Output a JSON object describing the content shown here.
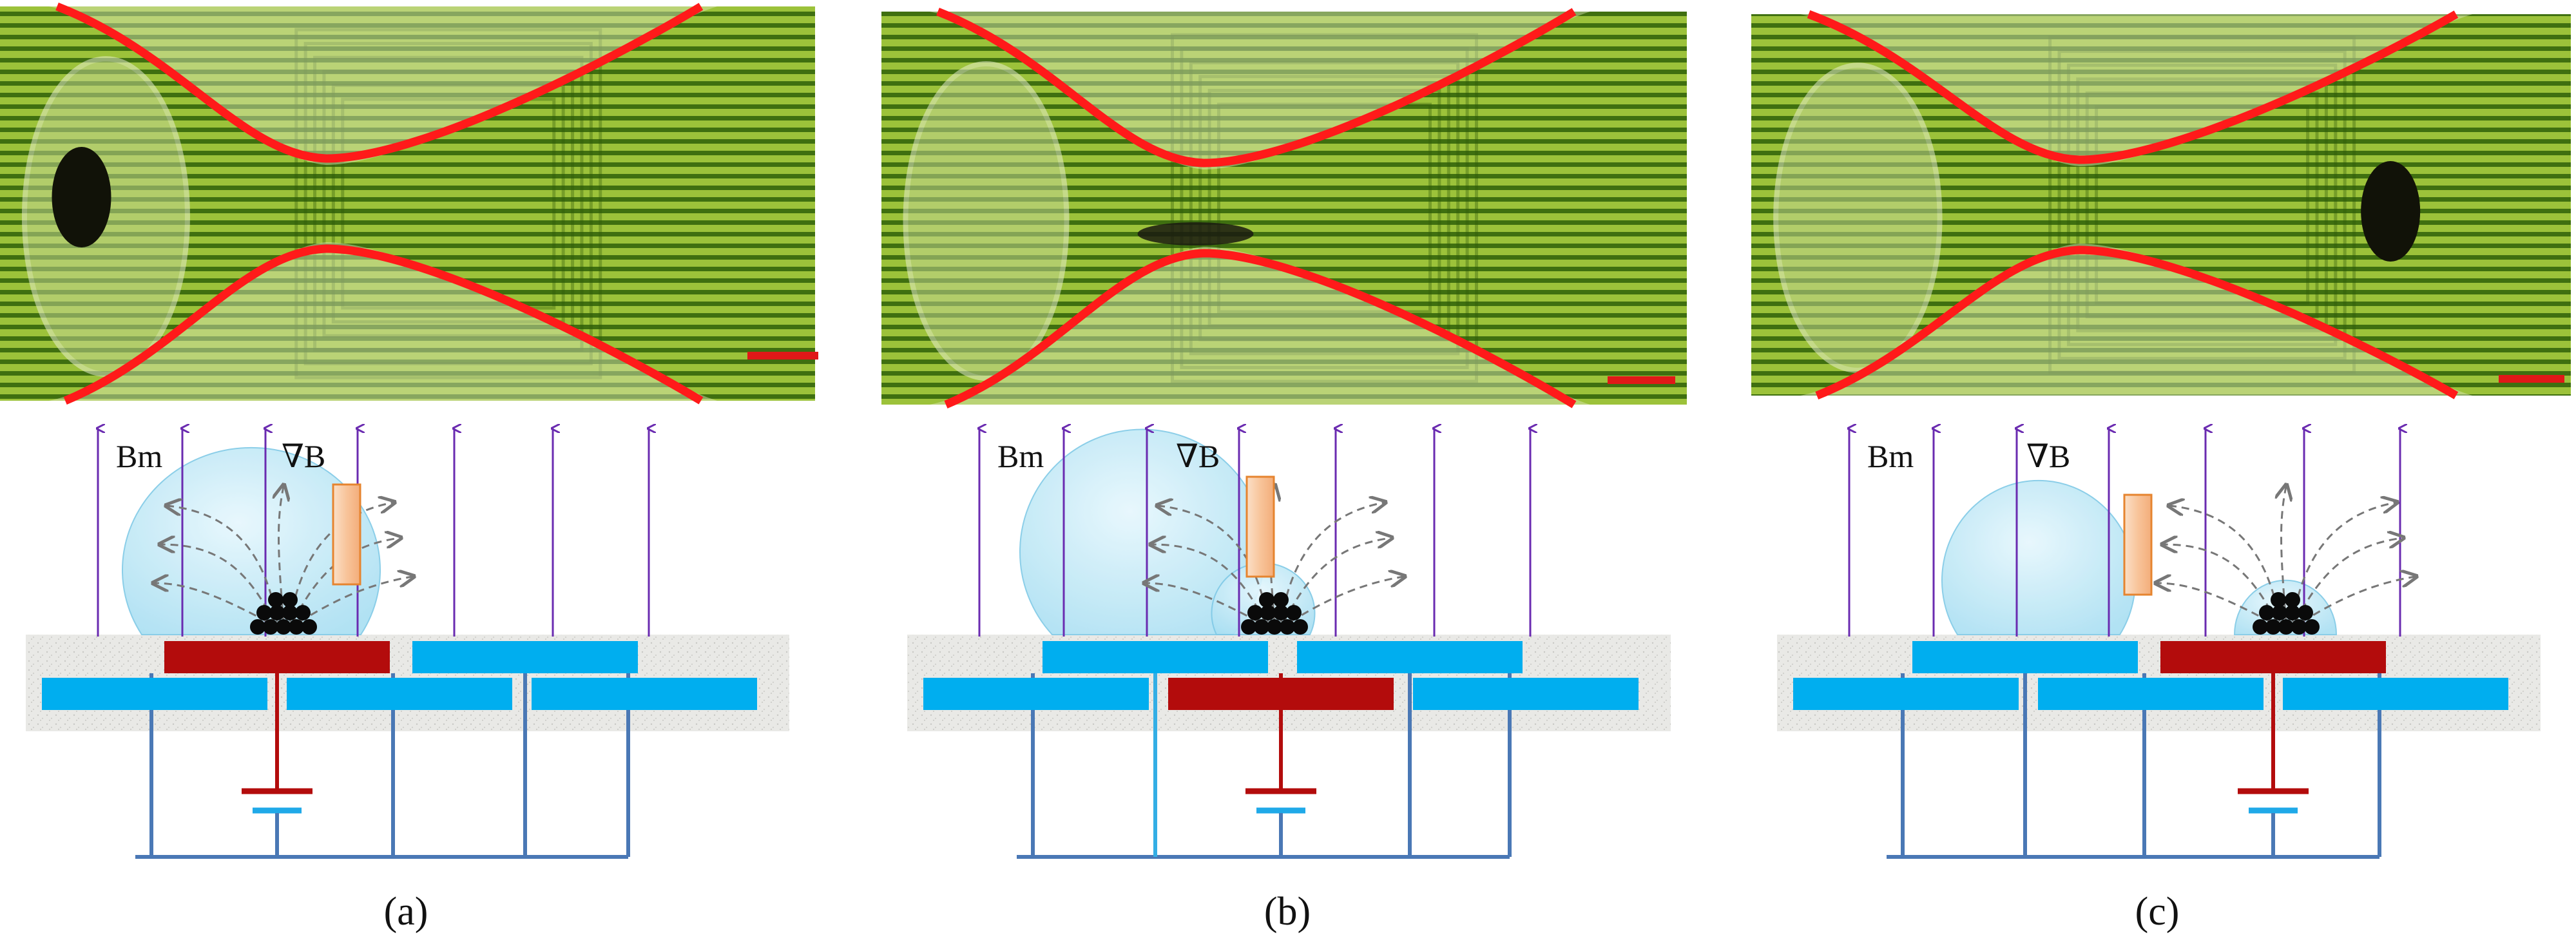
{
  "figure": {
    "panels": [
      {
        "label": "(a)",
        "field_label": "Bm",
        "gradient_label": "∇B"
      },
      {
        "label": "(b)",
        "field_label": "Bm",
        "gradient_label": "∇B"
      },
      {
        "label": "(c)",
        "field_label": "Bm",
        "gradient_label": "∇B"
      }
    ],
    "colors": {
      "field_line": "#6a2bb0",
      "active_electrode": "#b30c0c",
      "inactive_electrode": "#00aeef",
      "wire": "#4a78b5",
      "droplet": "#cfeefa",
      "scale_bar": "#e01818",
      "channel_outline": "#ff1a1a",
      "coil_pattern": "#3f7a12"
    }
  }
}
